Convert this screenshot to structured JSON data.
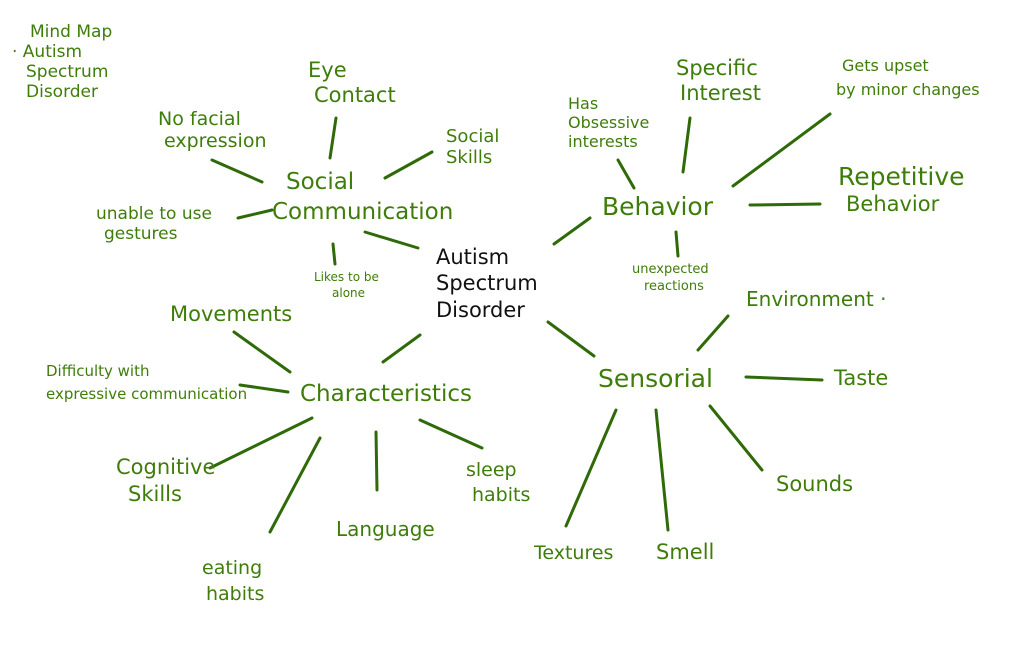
{
  "colors": {
    "ink_green": "#3f7d0a",
    "line_green": "#2f6a08",
    "ink_black": "#111111",
    "paper": "#ffffff"
  },
  "note": {
    "line1": "Mind Map",
    "line2": "· Autism",
    "line3": "Spectrum",
    "line4": "Disorder"
  },
  "center": {
    "line1": "Autism",
    "line2": "Spectrum",
    "line3": "Disorder"
  },
  "branches": {
    "social": {
      "line1": "Social",
      "line2": "Communication",
      "children": {
        "eye_contact": {
          "line1": "Eye",
          "line2": "Contact"
        },
        "no_facial": {
          "line1": "No facial",
          "line2": "expression"
        },
        "social_skills": {
          "line1": "Social",
          "line2": "Skills"
        },
        "unable_gestures": {
          "line1": "unable to use",
          "line2": "gestures"
        },
        "likes_alone": {
          "line1": "Likes to be",
          "line2": "alone"
        }
      }
    },
    "behavior": {
      "line1": "Behavior",
      "children": {
        "obsessive": {
          "line1": "Has",
          "line2": "Obsessive",
          "line3": "interests"
        },
        "specific_interest": {
          "line1": "Specific",
          "line2": "Interest"
        },
        "upset_changes": {
          "line1": "Gets upset",
          "line2": "by minor changes"
        },
        "repetitive": {
          "line1": "Repetitive",
          "line2": "Behavior"
        },
        "unexpected": {
          "line1": "unexpected",
          "line2": "reactions"
        }
      }
    },
    "characteristics": {
      "line1": "Characteristics",
      "children": {
        "movements": {
          "line1": "Movements"
        },
        "difficulty": {
          "line1": "Difficulty with",
          "line2": "expressive communication"
        },
        "cognitive": {
          "line1": "Cognitive",
          "line2": "Skills"
        },
        "eating": {
          "line1": "eating",
          "line2": "habits"
        },
        "language": {
          "line1": "Language"
        },
        "sleep": {
          "line1": "sleep",
          "line2": "habits"
        }
      }
    },
    "sensorial": {
      "line1": "Sensorial",
      "children": {
        "environment": {
          "line1": "Environment ·"
        },
        "taste": {
          "line1": "Taste"
        },
        "sounds": {
          "line1": "Sounds"
        },
        "smell": {
          "line1": "Smell"
        },
        "textures": {
          "line1": "Textures"
        }
      }
    }
  }
}
